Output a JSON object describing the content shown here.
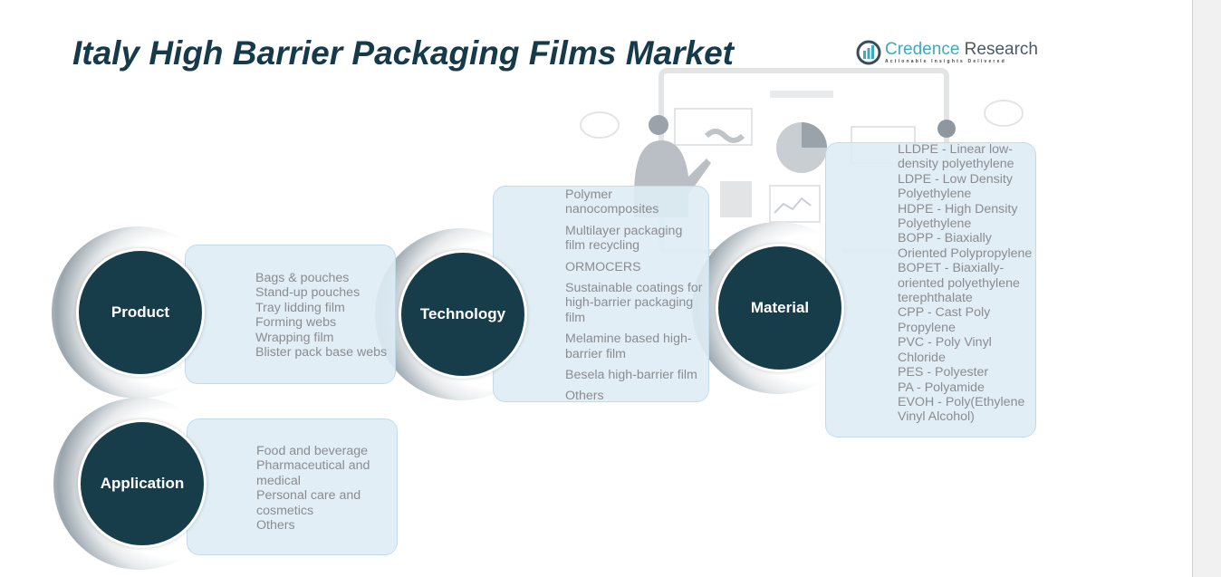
{
  "title": "Italy High Barrier Packaging Films Market",
  "logo": {
    "name_a": "Credence",
    "name_b": " Research",
    "tagline": "Actionable Insights Delivered"
  },
  "segments": {
    "product": {
      "label": "Product",
      "items": [
        "Bags & pouches",
        "Stand-up pouches",
        "Tray lidding film",
        "Forming webs",
        "Wrapping film",
        "Blister pack base webs"
      ]
    },
    "application": {
      "label": "Application",
      "items": [
        "Food and beverage",
        "Pharmaceutical and medical",
        "Personal care and cosmetics",
        "Others"
      ]
    },
    "technology": {
      "label": "Technology",
      "items": [
        "Polymer nanocomposites",
        "Multilayer packaging film recycling",
        "ORMOCERS",
        "Sustainable coatings for high-barrier packaging film",
        "Melamine based high-barrier film",
        "Besela high-barrier film",
        "Others"
      ]
    },
    "material": {
      "label": "Material",
      "items": [
        "LLDPE - Linear low-density polyethylene",
        "LDPE - Low Density Polyethylene",
        "HDPE - High Density Polyethylene",
        "BOPP - Biaxially Oriented Polypropylene",
        "BOPET - Biaxially-oriented polyethylene terephthalate",
        "CPP - Cast Poly Propylene",
        "PVC - Poly Vinyl Chloride",
        "PES - Polyester",
        "PA - Polyamide",
        "EVOH - Poly(Ethylene Vinyl Alcohol)"
      ]
    }
  },
  "colors": {
    "circle": "#173d4b",
    "box": "#deecf5",
    "title": "#173a4a"
  }
}
